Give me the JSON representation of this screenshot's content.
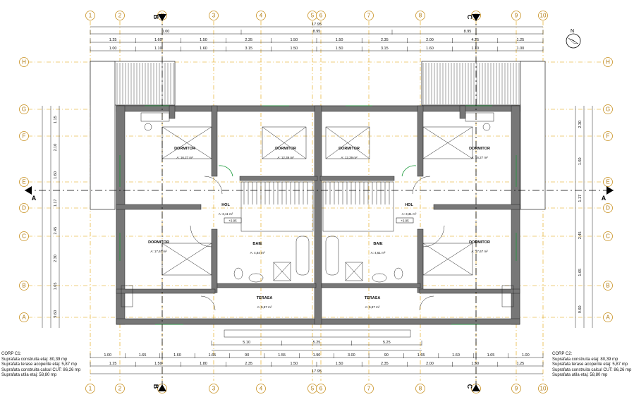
{
  "grid_columns": [
    "1",
    "2",
    "B",
    "3",
    "4",
    "5",
    "6",
    "7",
    "8",
    "C",
    "9",
    "10"
  ],
  "grid_rows": [
    "H",
    "G",
    "F",
    "E",
    "D",
    "C",
    "B",
    "A"
  ],
  "section_markers": {
    "a_left": "A",
    "a_right": "A",
    "b_top": "B",
    "b_bottom": "B",
    "c_top": "C",
    "c_bottom": "C"
  },
  "dimensions": {
    "overall": "17.95",
    "top_row1": [
      "1.00",
      "8.95",
      "8.95"
    ],
    "top_row2": [
      "1.25",
      "1.60",
      "1.50",
      "2.35",
      "1.50",
      "1.50",
      "2.35",
      "2.00",
      "4.25",
      "1.25"
    ],
    "top_row3": [
      "1.00",
      "1.10",
      "1.60",
      "3.15",
      "1.50",
      "1.50",
      "3.15",
      "1.60",
      "1.10",
      "1.00"
    ],
    "bottom_row1": [
      "1.00",
      "1.65",
      "1.60",
      "1.65",
      "90",
      "1.55",
      "1.90",
      "3.00",
      "90",
      "1.65",
      "1.60",
      "1.65",
      "1.00"
    ],
    "bottom_row2": [
      "1.25",
      "1.50",
      "1.80",
      "2.35",
      "1.50",
      "1.50",
      "2.35",
      "2.00",
      "1.50",
      "1.25"
    ],
    "bottom_overall": "17.95",
    "center_bottom": [
      "5.10",
      "5.25",
      "5.25"
    ],
    "left_vertical": [
      "1.15",
      "2.10",
      "1.60",
      "1.17",
      "2.45",
      "2.30",
      "1.65",
      "9.60"
    ],
    "right_vertical": [
      "2.30",
      "1.60",
      "1.17",
      "2.45",
      "1.65",
      "9.60"
    ]
  },
  "rooms": [
    {
      "name": "DORMITOR",
      "area": "A: 16,27 m²"
    },
    {
      "name": "DORMITOR",
      "area": "A: 12,39 m²"
    },
    {
      "name": "DORMITOR",
      "area": "A: 12,39 m²"
    },
    {
      "name": "DORMITOR",
      "area": "A: 16,27 m²"
    },
    {
      "name": "HOL",
      "area": "A: 3,11 m²"
    },
    {
      "name": "HOL",
      "area": "A: 3,31 m²"
    },
    {
      "name": "DORMITOR",
      "area": "A: 17,67 m²"
    },
    {
      "name": "DORMITOR",
      "area": "A: 17,67 m²"
    },
    {
      "name": "BAIE",
      "area": "A: 4,84 m²"
    },
    {
      "name": "BAIE",
      "area": "A: 4,61 m²"
    },
    {
      "name": "TERASA",
      "area": "A: 5,87 m²"
    },
    {
      "name": "TERASA",
      "area": "A: 5,87 m²"
    }
  ],
  "levels": [
    "+2.95",
    "+2.95"
  ],
  "notes_left": {
    "title": "CORP C1:",
    "lines": [
      "Suprafata construita etaj: 80,39 mp",
      "Suprafata terase acoperite etaj: 5,87 mp",
      "Suprafata construita calcul CUT: 86,26 mp",
      "Suprafata utila etaj: 58,80 mp"
    ]
  },
  "notes_right": {
    "title": "CORP C2:",
    "lines": [
      "Suprafata construita etaj: 80,39 mp",
      "Suprafata terase acoperite etaj: 5,87 mp",
      "Suprafata construita calcul CUT: 86,26 mp",
      "Suprafata utila etaj: 58,80 mp"
    ]
  },
  "north_label": "N"
}
